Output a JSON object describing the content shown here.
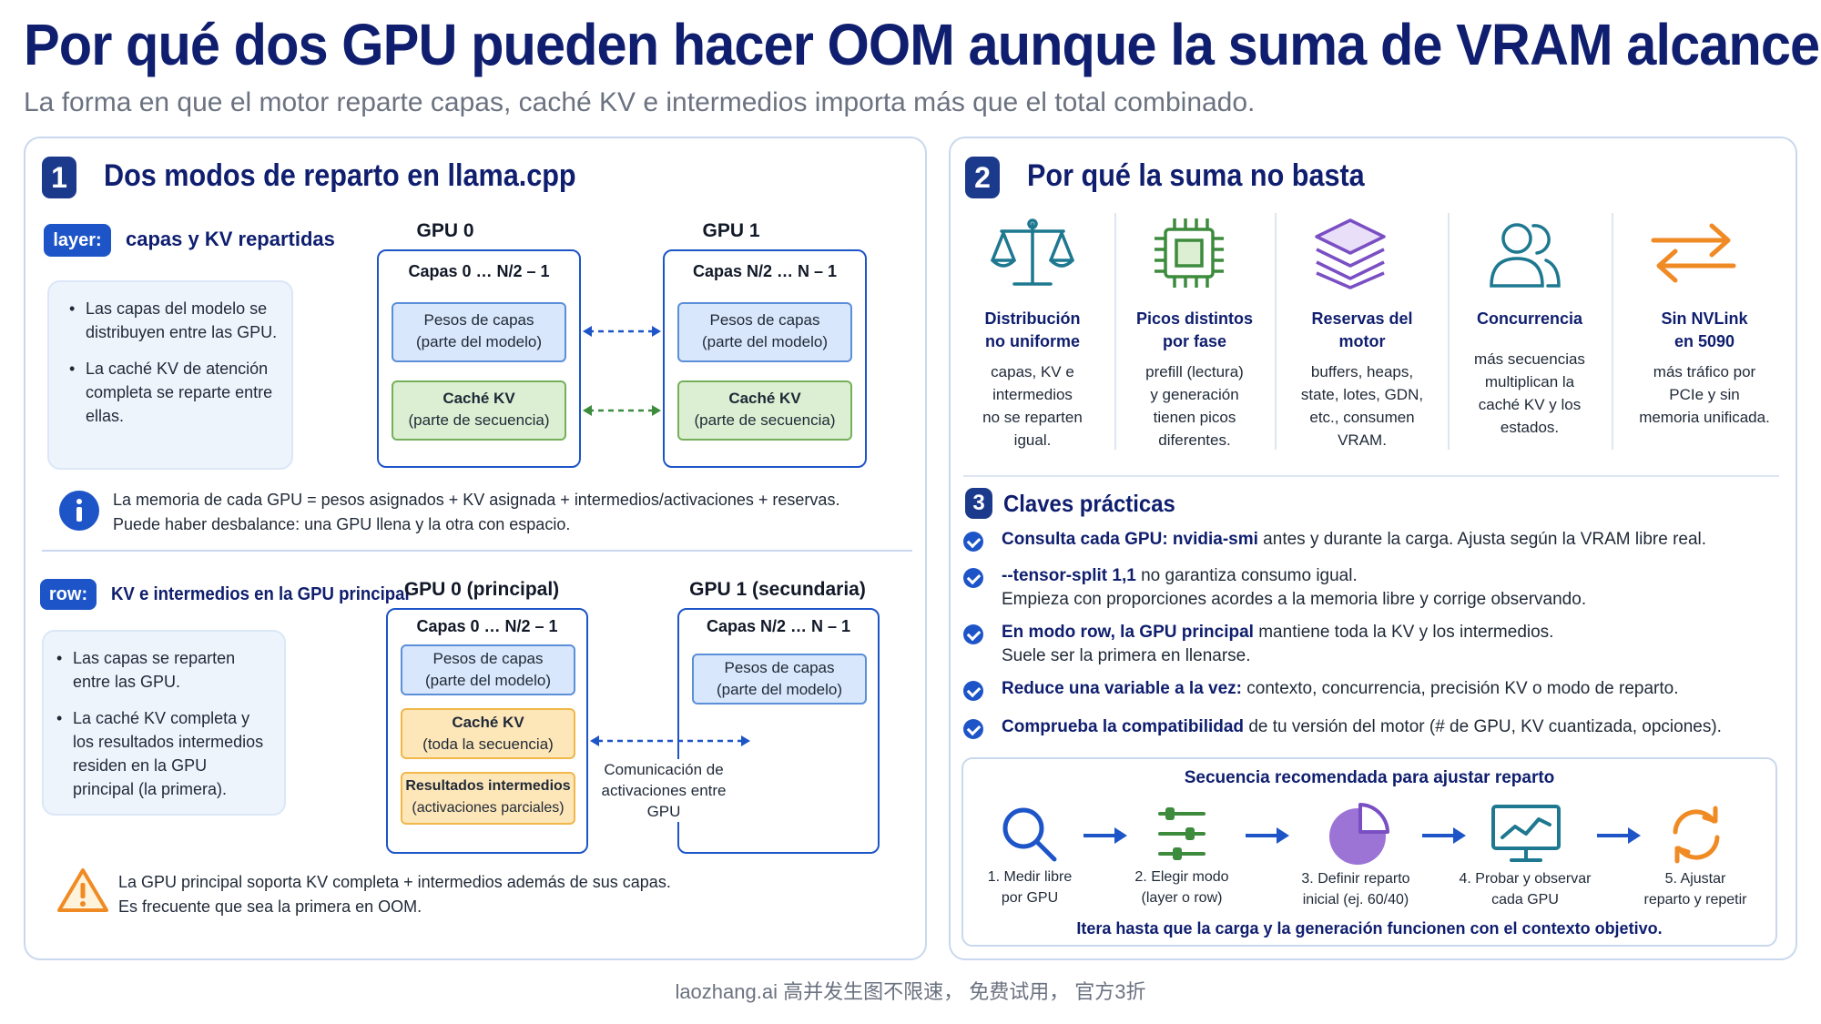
{
  "title": "Por qué dos GPU pueden hacer OOM aunque la suma de VRAM alcance",
  "subtitle": "La forma en que el motor reparte capas, caché KV e intermedios importa más que el total combinado.",
  "section1": {
    "number": "1",
    "title": "Dos modos de reparto en llama.cpp",
    "layer": {
      "pill": "layer:",
      "desc": "capas y KV repartidas",
      "bullets": [
        "Las capas del modelo se distribuyen entre las GPU.",
        "La caché KV de atención completa se reparte entre ellas."
      ],
      "gpu0": {
        "label": "GPU 0",
        "range": "Capas 0 … N/2 – 1",
        "weights": "Pesos de capas",
        "weights_sub": "(parte del modelo)",
        "kv": "Caché KV",
        "kv_sub": "(parte de secuencia)"
      },
      "gpu1": {
        "label": "GPU 1",
        "range": "Capas N/2 … N – 1",
        "weights": "Pesos de capas",
        "weights_sub": "(parte del modelo)",
        "kv": "Caché KV",
        "kv_sub": "(parte de secuencia)"
      },
      "info_line1": "La memoria de cada GPU = pesos asignados + KV asignada + intermedios/activaciones + reservas.",
      "info_line2": "Puede haber desbalance: una GPU llena y la otra con espacio."
    },
    "row": {
      "pill": "row:",
      "desc": "KV e intermedios en la GPU principal",
      "bullets": [
        "Las capas se reparten entre las GPU.",
        "La caché KV completa y los resultados intermedios residen en la GPU principal (la primera)."
      ],
      "gpu0": {
        "label": "GPU 0 (principal)",
        "range": "Capas 0 … N/2 – 1",
        "weights": "Pesos de capas",
        "weights_sub": "(parte del modelo)",
        "kv": "Caché KV",
        "kv_sub": "(toda la secuencia)",
        "inter": "Resultados intermedios",
        "inter_sub": "(activaciones parciales)"
      },
      "gpu1": {
        "label": "GPU 1 (secundaria)",
        "range": "Capas N/2 … N – 1",
        "weights": "Pesos de capas",
        "weights_sub": "(parte del modelo)"
      },
      "comm_line1": "Comunicación de",
      "comm_line2": "activaciones entre",
      "comm_line3": "GPU",
      "warn_line1": "La GPU principal soporta KV completa + intermedios además de sus capas.",
      "warn_line2": "Es frecuente que sea la primera en OOM."
    }
  },
  "section2": {
    "number": "2",
    "title": "Por qué la suma no basta",
    "items": [
      {
        "icon": "balance-scale-icon",
        "l1": "Distribución",
        "l2": "no uniforme",
        "d": [
          "capas, KV e",
          "intermedios",
          "no se reparten",
          "igual."
        ]
      },
      {
        "icon": "chip-icon",
        "l1": "Picos distintos",
        "l2": "por fase",
        "d": [
          "prefill (lectura)",
          "y generación",
          "tienen picos",
          "diferentes."
        ]
      },
      {
        "icon": "layers-icon",
        "l1": "Reservas del",
        "l2": "motor",
        "d": [
          "buffers, heaps,",
          "state, lotes, GDN,",
          "etc., consumen",
          "VRAM."
        ]
      },
      {
        "icon": "users-icon",
        "l1": "Concurrencia",
        "l2": "",
        "d": [
          "más secuencias",
          "multiplican la",
          "caché KV y los",
          "estados."
        ]
      },
      {
        "icon": "swap-arrows-icon",
        "l1": "Sin NVLink",
        "l2": "en 5090",
        "d": [
          "más tráfico por",
          "PCIe y sin",
          "memoria unificada."
        ]
      }
    ]
  },
  "section3": {
    "number": "3",
    "title": "Claves prácticas",
    "keys": [
      {
        "bold": "Consulta cada GPU: nvidia-smi",
        "rest": " antes y durante la carga. Ajusta según la VRAM libre real.",
        "line2": ""
      },
      {
        "bold": "--tensor-split 1,1",
        "rest": " no garantiza consumo igual.",
        "line2": "Empieza con proporciones acordes a la memoria libre y corrige observando."
      },
      {
        "bold": "En modo row, la GPU principal",
        "rest": " mantiene toda la KV y los intermedios.",
        "line2": "Suele ser la primera en llenarse."
      },
      {
        "bold": "Reduce una variable a la vez:",
        "rest": " contexto, concurrencia, precisión KV o modo de reparto.",
        "line2": ""
      },
      {
        "bold": "Comprueba la compatibilidad",
        "rest": " de tu versión del motor (# de GPU, KV cuantizada, opciones).",
        "line2": ""
      }
    ],
    "sequence": {
      "title": "Secuencia recomendada para ajustar reparto",
      "steps": [
        {
          "icon": "magnifier-icon",
          "l1": "1. Medir libre",
          "l2": "por GPU"
        },
        {
          "icon": "sliders-icon",
          "l1": "2. Elegir modo",
          "l2": "(layer o row)"
        },
        {
          "icon": "pie-chart-icon",
          "l1": "3. Definir reparto",
          "l2": "inicial (ej. 60/40)"
        },
        {
          "icon": "monitor-chart-icon",
          "l1": "4. Probar y observar",
          "l2": "cada GPU"
        },
        {
          "icon": "refresh-icon",
          "l1": "5. Ajustar",
          "l2": "reparto y repetir"
        }
      ],
      "footer": "Itera hasta que la carga y la generación funcionen con el contexto objetivo."
    }
  },
  "footer": "laozhang.ai 高并发生图不限速， 免费试用， 官方3折",
  "colors": {
    "navy": "#0f1e6e",
    "accent": "#1d55c8",
    "purple": "#7a4fc4",
    "green": "#3d8b3d",
    "orange": "#f08a24",
    "teal": "#1d7890"
  }
}
